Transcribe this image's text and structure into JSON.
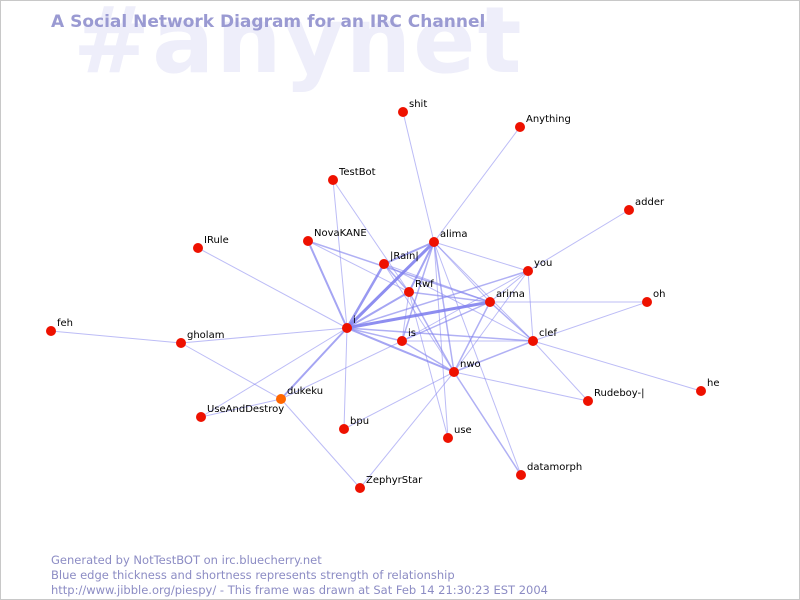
{
  "watermark": "#anynet",
  "title": "A Social Network Diagram for an IRC Channel",
  "footer": {
    "line1": "Generated by NotTestBOT on irc.bluecherry.net",
    "line2": "Blue edge thickness and shortness represents strength of relationship",
    "line3": "http://www.jibble.org/piespy/ - This frame was drawn at Sat Feb 14 21:30:23 EST 2004"
  },
  "colors": {
    "node": "#ee1100",
    "node_highlight": "#ff6600",
    "edge": "#8080ee",
    "title": "#9a9ad2",
    "watermark": "#eeeefa"
  },
  "nodes": [
    {
      "id": "shit",
      "label": "shit"
    },
    {
      "id": "anything",
      "label": "Anything"
    },
    {
      "id": "testbot",
      "label": "TestBot"
    },
    {
      "id": "adder",
      "label": "adder"
    },
    {
      "id": "novakane",
      "label": "NovaKANE"
    },
    {
      "id": "alima",
      "label": "alima"
    },
    {
      "id": "irule",
      "label": "IRule"
    },
    {
      "id": "irain",
      "label": "|Rain|"
    },
    {
      "id": "you",
      "label": "you"
    },
    {
      "id": "rwf",
      "label": "Rwf"
    },
    {
      "id": "arima",
      "label": "arima"
    },
    {
      "id": "oh",
      "label": "oh"
    },
    {
      "id": "feh",
      "label": "feh"
    },
    {
      "id": "i",
      "label": "i"
    },
    {
      "id": "gholam",
      "label": "gholam"
    },
    {
      "id": "is",
      "label": "is"
    },
    {
      "id": "clef",
      "label": "clef"
    },
    {
      "id": "nwo",
      "label": "nwo"
    },
    {
      "id": "he",
      "label": "he"
    },
    {
      "id": "dukeku",
      "label": "dukeku",
      "highlight": true
    },
    {
      "id": "rudeboy",
      "label": "Rudeboy-|"
    },
    {
      "id": "useanddestroy",
      "label": "UseAndDestroy"
    },
    {
      "id": "bpu",
      "label": "bpu"
    },
    {
      "id": "use",
      "label": "use"
    },
    {
      "id": "datamorph",
      "label": "datamorph"
    },
    {
      "id": "zephyrstar",
      "label": "ZephyrStar"
    }
  ],
  "edges": [
    {
      "from": "i",
      "to": "alima",
      "weight": 3
    },
    {
      "from": "i",
      "to": "arima",
      "weight": 3
    },
    {
      "from": "i",
      "to": "irain",
      "weight": 2.5
    },
    {
      "from": "i",
      "to": "rwf",
      "weight": 2
    },
    {
      "from": "i",
      "to": "novakane",
      "weight": 2
    },
    {
      "from": "i",
      "to": "nwo",
      "weight": 2
    },
    {
      "from": "i",
      "to": "dukeku",
      "weight": 2
    },
    {
      "from": "i",
      "to": "is",
      "weight": 1.5
    },
    {
      "from": "i",
      "to": "clef",
      "weight": 1.5
    },
    {
      "from": "i",
      "to": "you",
      "weight": 1.5
    },
    {
      "from": "i",
      "to": "gholam",
      "weight": 1
    },
    {
      "from": "i",
      "to": "irule",
      "weight": 1
    },
    {
      "from": "i",
      "to": "bpu",
      "weight": 1
    },
    {
      "from": "i",
      "to": "useanddestroy",
      "weight": 1
    },
    {
      "from": "i",
      "to": "testbot",
      "weight": 1
    },
    {
      "from": "alima",
      "to": "irain",
      "weight": 2
    },
    {
      "from": "alima",
      "to": "rwf",
      "weight": 2
    },
    {
      "from": "alima",
      "to": "is",
      "weight": 1.5
    },
    {
      "from": "alima",
      "to": "nwo",
      "weight": 1.5
    },
    {
      "from": "alima",
      "to": "clef",
      "weight": 1
    },
    {
      "from": "alima",
      "to": "arima",
      "weight": 1
    },
    {
      "from": "alima",
      "to": "you",
      "weight": 1
    },
    {
      "from": "alima",
      "to": "shit",
      "weight": 1
    },
    {
      "from": "alima",
      "to": "anything",
      "weight": 1
    },
    {
      "from": "alima",
      "to": "datamorph",
      "weight": 1
    },
    {
      "from": "alima",
      "to": "use",
      "weight": 1
    },
    {
      "from": "arima",
      "to": "is",
      "weight": 1.5
    },
    {
      "from": "arima",
      "to": "nwo",
      "weight": 1.5
    },
    {
      "from": "arima",
      "to": "clef",
      "weight": 1.5
    },
    {
      "from": "arima",
      "to": "rwf",
      "weight": 1.5
    },
    {
      "from": "arima",
      "to": "you",
      "weight": 1
    },
    {
      "from": "arima",
      "to": "oh",
      "weight": 1
    },
    {
      "from": "arima",
      "to": "novakane",
      "weight": 1.5
    },
    {
      "from": "arima",
      "to": "irain",
      "weight": 1
    },
    {
      "from": "clef",
      "to": "nwo",
      "weight": 1.5
    },
    {
      "from": "clef",
      "to": "is",
      "weight": 1
    },
    {
      "from": "clef",
      "to": "you",
      "weight": 1
    },
    {
      "from": "clef",
      "to": "rudeboy",
      "weight": 1
    },
    {
      "from": "clef",
      "to": "he",
      "weight": 1
    },
    {
      "from": "clef",
      "to": "oh",
      "weight": 1
    },
    {
      "from": "clef",
      "to": "irain",
      "weight": 1
    },
    {
      "from": "nwo",
      "to": "is",
      "weight": 1.5
    },
    {
      "from": "nwo",
      "to": "rwf",
      "weight": 1.5
    },
    {
      "from": "nwo",
      "to": "you",
      "weight": 1
    },
    {
      "from": "nwo",
      "to": "rudeboy",
      "weight": 1
    },
    {
      "from": "nwo",
      "to": "datamorph",
      "weight": 1.5
    },
    {
      "from": "nwo",
      "to": "zephyrstar",
      "weight": 1
    },
    {
      "from": "nwo",
      "to": "bpu",
      "weight": 1
    },
    {
      "from": "nwo",
      "to": "irain",
      "weight": 1
    },
    {
      "from": "rwf",
      "to": "testbot",
      "weight": 1
    },
    {
      "from": "rwf",
      "to": "irain",
      "weight": 1.5
    },
    {
      "from": "rwf",
      "to": "is",
      "weight": 1
    },
    {
      "from": "rwf",
      "to": "use",
      "weight": 1
    },
    {
      "from": "you",
      "to": "adder",
      "weight": 1
    },
    {
      "from": "you",
      "to": "is",
      "weight": 1
    },
    {
      "from": "dukeku",
      "to": "gholam",
      "weight": 1
    },
    {
      "from": "dukeku",
      "to": "zephyrstar",
      "weight": 1
    },
    {
      "from": "dukeku",
      "to": "useanddestroy",
      "weight": 1
    },
    {
      "from": "dukeku",
      "to": "is",
      "weight": 1
    },
    {
      "from": "gholam",
      "to": "feh",
      "weight": 1
    },
    {
      "from": "novakane",
      "to": "rwf",
      "weight": 1
    }
  ]
}
